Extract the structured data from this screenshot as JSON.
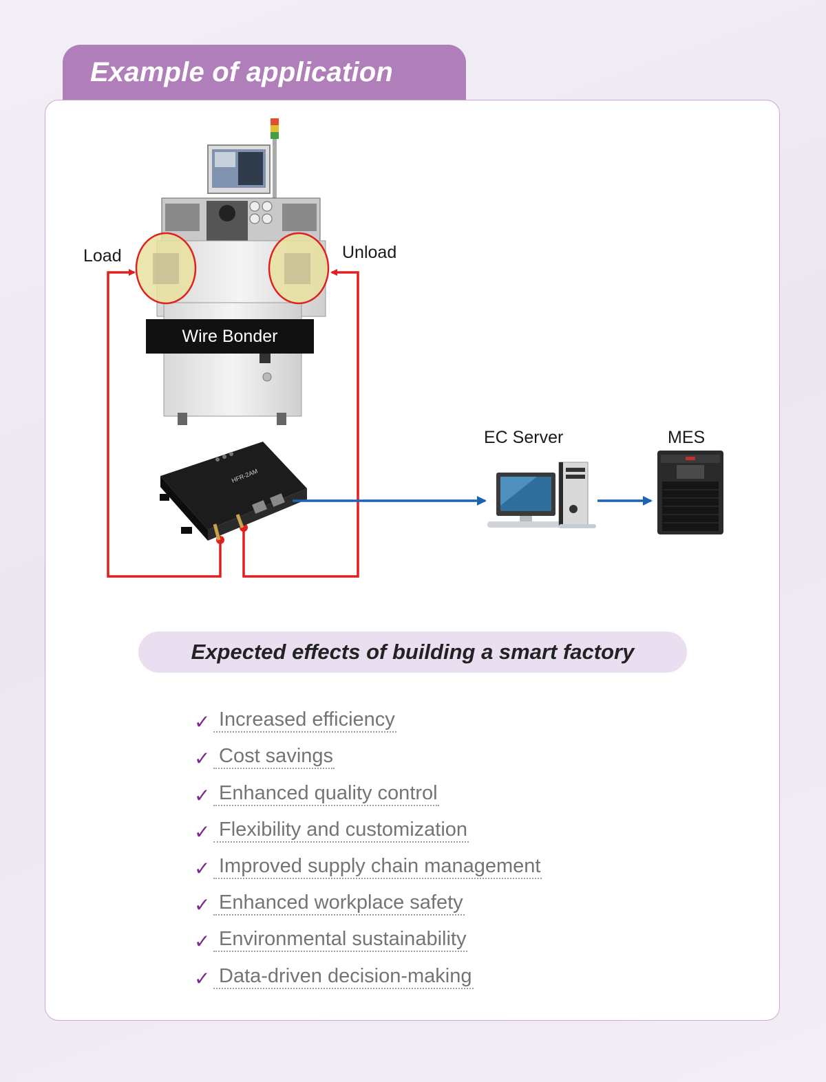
{
  "header": {
    "title": "Example of application"
  },
  "diagram": {
    "load_label": "Load",
    "unload_label": "Unload",
    "wire_bonder_label": "Wire Bonder",
    "device_model": "HFR-2AM",
    "ec_server_label": "EC Server",
    "mes_label": "MES"
  },
  "effects": {
    "title": "Expected effects of building a smart factory",
    "items": [
      "Increased efficiency",
      "Cost savings",
      "Enhanced quality control",
      "Flexibility and customization",
      "Improved supply chain management",
      "Enhanced workplace safety",
      "Environmental sustainability",
      "Data-driven decision-making"
    ]
  },
  "colors": {
    "accent": "#b07fba",
    "pill": "#e9dff0",
    "check": "#7c2a8c",
    "red_line": "#e02020",
    "blue_line": "#1e63b0"
  }
}
